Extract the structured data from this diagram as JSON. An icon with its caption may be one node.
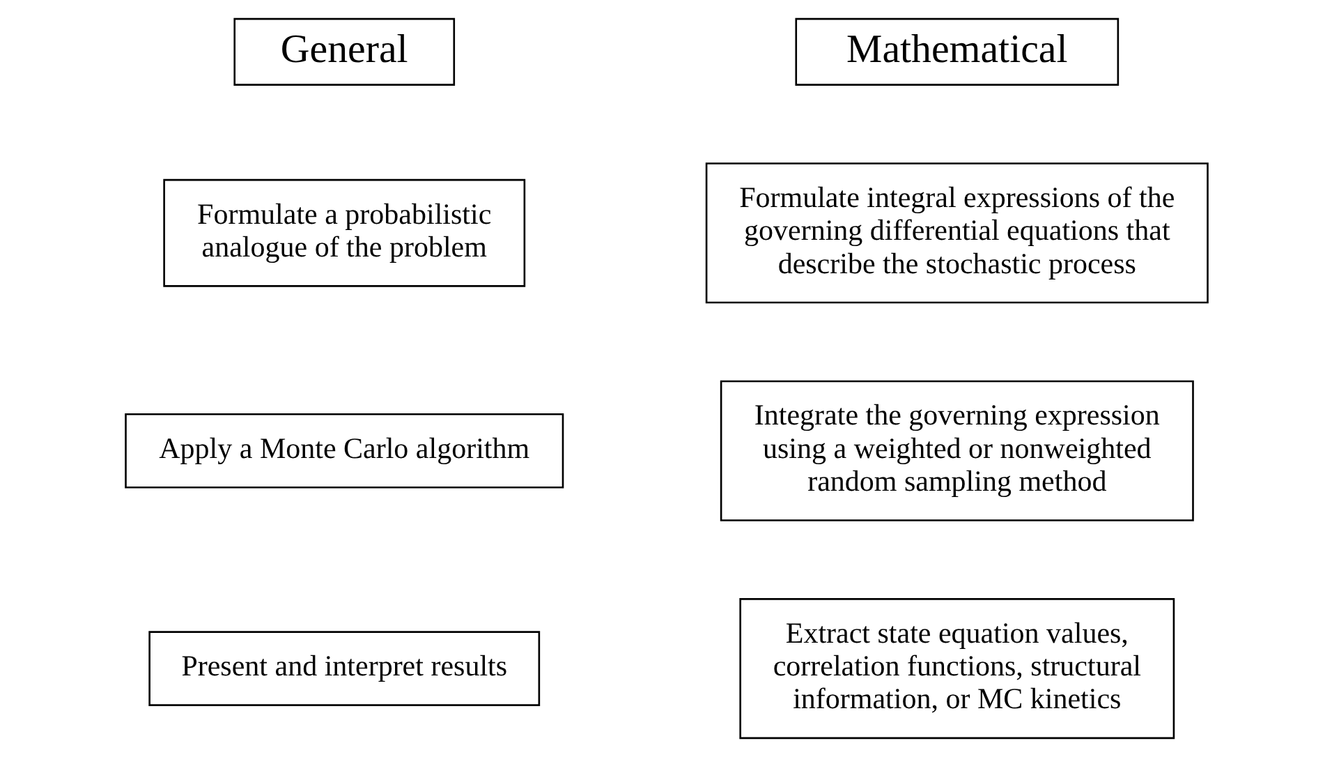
{
  "diagram": {
    "nodes": [
      {
        "text": [
          "General"
        ]
      },
      {
        "text": [
          "Mathematical"
        ]
      },
      {
        "text": [
          "Formulate a probabilistic analogue of the problem"
        ]
      },
      {
        "text": [
          "Formulate integral expressions of the governing differential equations that describe the stochastic process"
        ]
      },
      {
        "text": [
          "Apply a Monte Carlo algorithm"
        ]
      },
      {
        "text": [
          "Integrate the governing expression using a weighted or nonweighted random sampling method"
        ]
      },
      {
        "text": [
          "Present and interpret results"
        ]
      },
      {
        "text": [
          "Extract state equation values, correlation functions, structural information, or MC kinetics"
        ]
      }
    ]
  }
}
